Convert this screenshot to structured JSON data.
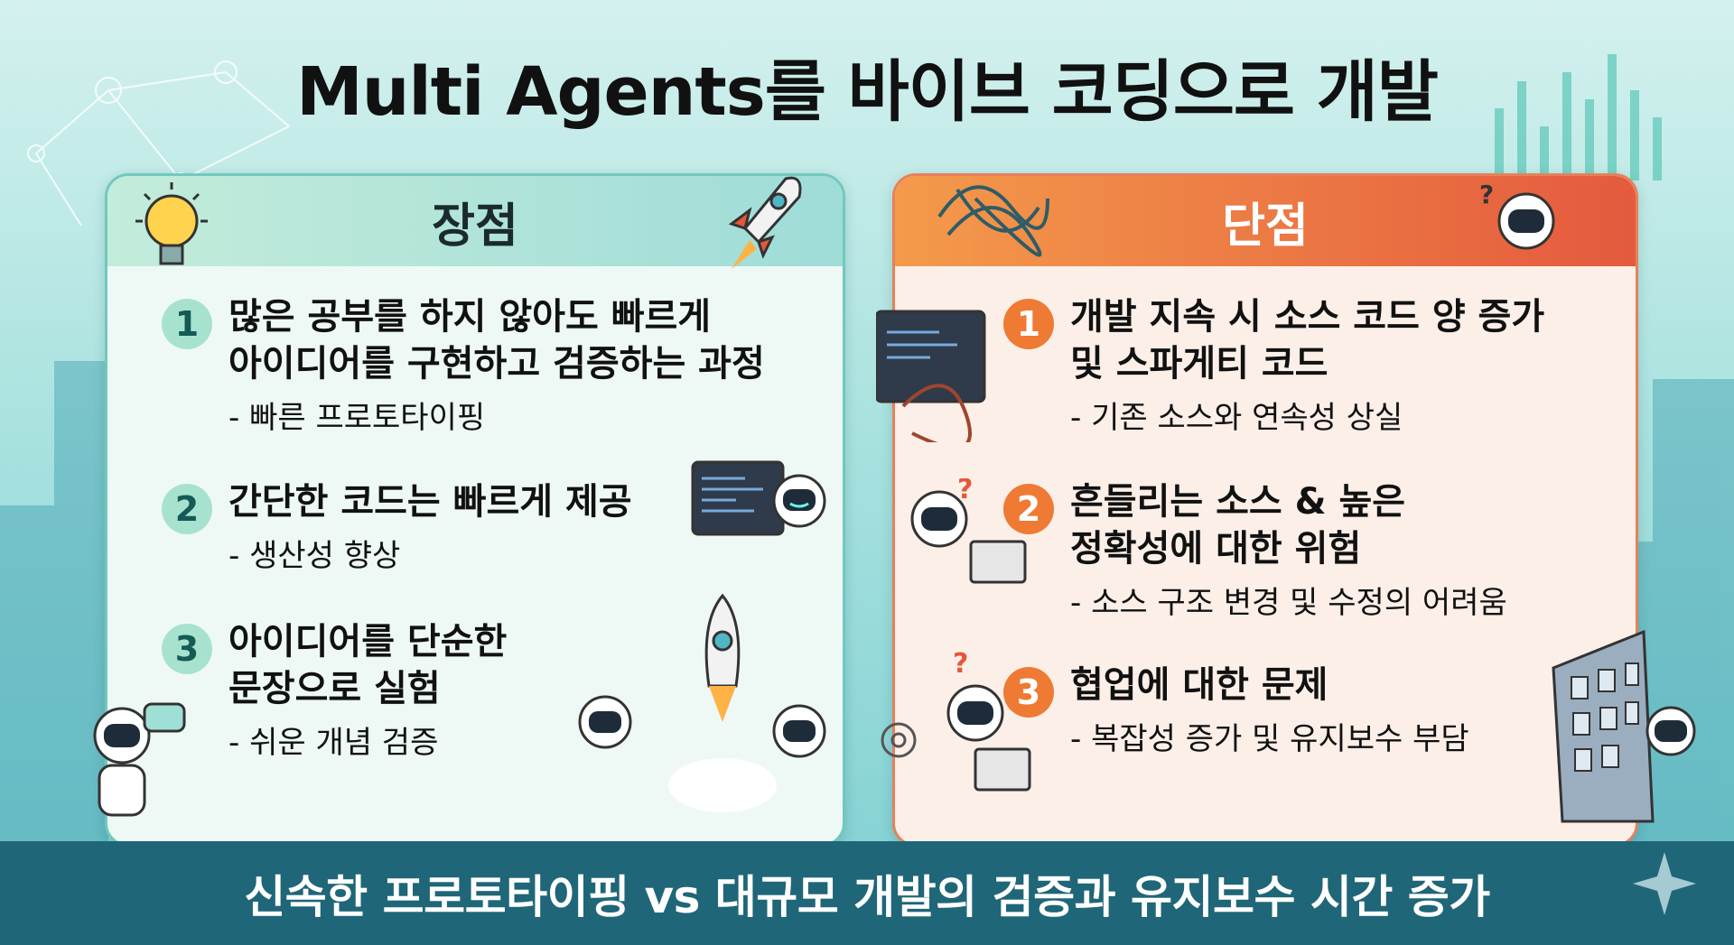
{
  "title": "Multi Agents를 바이브 코딩으로 개발",
  "pros": {
    "heading": "장점",
    "items": [
      {
        "number": "1",
        "title_line1": "많은 공부를 하지 않아도 빠르게",
        "title_line2": "아이디어를 구현하고 검증하는 과정",
        "sub": "- 빠른 프로토타이핑"
      },
      {
        "number": "2",
        "title_line1": "간단한 코드는 빠르게 제공",
        "title_line2": "",
        "sub": "- 생산성 향상"
      },
      {
        "number": "3",
        "title_line1": "아이디어를 단순한",
        "title_line2": "문장으로 실험",
        "sub": "- 쉬운 개념 검증"
      }
    ]
  },
  "cons": {
    "heading": "단점",
    "items": [
      {
        "number": "1",
        "title_line1": "개발 지속 시 소스 코드 양 증가",
        "title_line2": "및 스파게티 코드",
        "sub": "- 기존 소스와 연속성 상실"
      },
      {
        "number": "2",
        "title_line1": "흔들리는 소스 & 높은",
        "title_line2": "정확성에 대한 위험",
        "sub": "- 소스 구조 변경 및 수정의 어려움"
      },
      {
        "number": "3",
        "title_line1": "협업에 대한 문제",
        "title_line2": "",
        "sub": "- 복잡성 증가 및 유지보수 부담"
      }
    ]
  },
  "footer": "신속한 프로토타이핑 vs 대규모 개발의 검증과 유지보수 시간 증가",
  "colors": {
    "pros_accent": "#6fc9bd",
    "cons_accent": "#e6815a",
    "footer_bg": "#1f6678"
  },
  "icons": [
    "lightbulb-icon",
    "rocket-icon",
    "robot-icon",
    "laptop-icon",
    "code-window-icon",
    "tangled-wire-icon",
    "question-mark-icon",
    "gear-icon",
    "building-icon",
    "sparkle-icon"
  ]
}
